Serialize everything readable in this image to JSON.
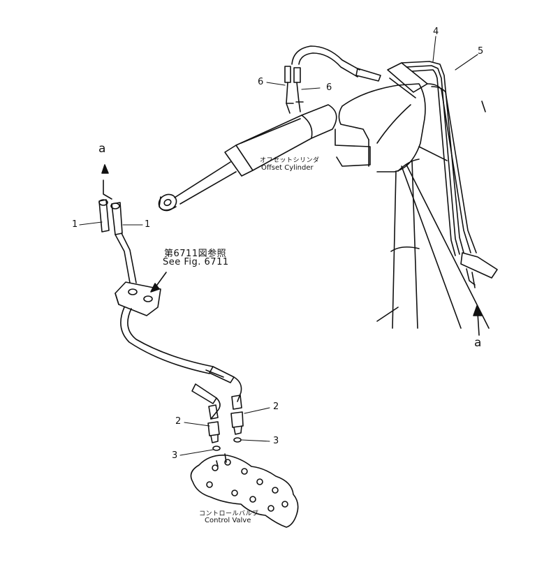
{
  "labels": {
    "callout_1_left": "1",
    "callout_1_right": "1",
    "callout_2_left": "2",
    "callout_2_right": "2",
    "callout_3_left": "3",
    "callout_3_right": "3",
    "callout_4": "4",
    "callout_5": "5",
    "callout_6_left": "6",
    "callout_6_right": "6",
    "arrow_a_top": "a",
    "arrow_a_bottom": "a"
  },
  "components": {
    "offset_cylinder_jp": "オフセットシリンダ",
    "offset_cylinder_en": "Offset Cylinder",
    "control_valve_jp": "コントロールバルブ",
    "control_valve_en": "Control Valve"
  },
  "reference": {
    "jp": "第6711図参照",
    "en": "See Fig. 6711"
  },
  "colors": {
    "ink": "#111111",
    "paper": "#ffffff"
  }
}
